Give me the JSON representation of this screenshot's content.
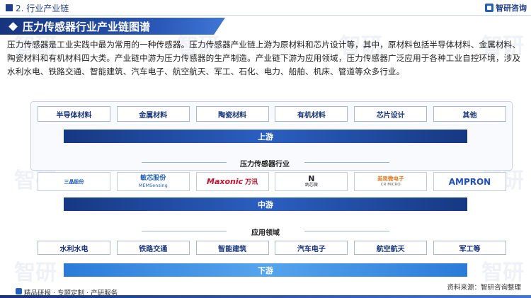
{
  "header": {
    "section_title": "2. 行业产业链",
    "logo_text": "智研咨询",
    "logo_icon": "zhiyan-logo-icon"
  },
  "banner": {
    "title": "压力传感器行业产业链图谱"
  },
  "description": "压力传感器是工业实践中最为常用的一种传感器。压力传感器产业链上游为原材料和芯片设计等，其中，原材料包括半导体材料、金属材料、陶瓷材料和有机材料四大类。产业链中游为压力传感器的生产制造。产业链下游为应用领域，压力传感器广泛应用于各种工业自控环境，涉及水利水电、铁路交通、智能建筑、汽车电子、航空航天、军工、石化、电力、船舶、机床、管道等众多行业。",
  "diagram": {
    "upstream_items": [
      "半导体材料",
      "金属材料",
      "陶瓷材料",
      "有机材料",
      "芯片设计",
      "其他"
    ],
    "upstream_label": "上游",
    "midstream_caption": "压力传感器行业",
    "midstream_logos": [
      {
        "text": "三晶股份",
        "color": "#1f5fbf"
      },
      {
        "text": "敏芯股份",
        "sub": "MEMSensing",
        "color": "#1f5fbf"
      },
      {
        "text": "Maxonic",
        "sub": "万讯",
        "color": "#c8102e"
      },
      {
        "text": "纳芯微",
        "color": "#222222"
      },
      {
        "text": "美思微电子",
        "sub": "CR MICRO",
        "color": "#e07a1f"
      },
      {
        "text": "AMPRON",
        "color": "#1f4fbf"
      }
    ],
    "midstream_label": "中游",
    "downstream_caption": "应用领域",
    "downstream_items": [
      "水利水电",
      "铁路交通",
      "智能建筑",
      "汽车电子",
      "航空航天",
      "军工等"
    ],
    "downstream_label": "下游"
  },
  "footer": {
    "left": "精品研报 · 专题定制 · 产研服务",
    "right": "资料来源：智研咨询整理"
  },
  "watermark": "智研",
  "colors": {
    "primary": "#17357e",
    "accent": "#2b5fc0",
    "light_accent": "#55a4ee"
  }
}
